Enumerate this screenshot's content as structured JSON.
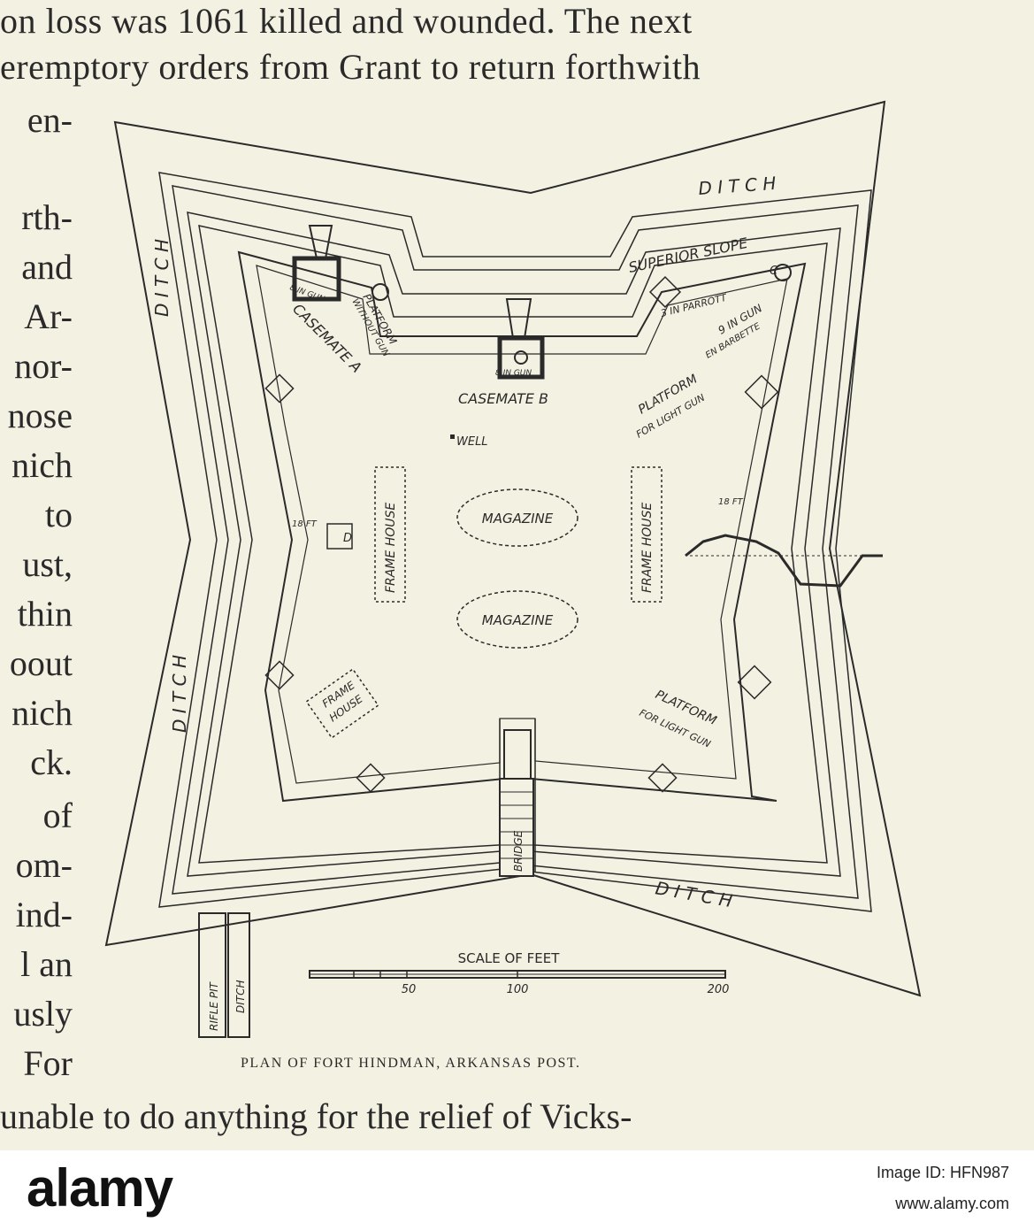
{
  "document": {
    "top_lines": [
      "on loss was 1061 killed and wounded.  The next",
      "eremptory orders from Grant to return forthwith"
    ],
    "left_fragments": [
      "en-",
      "rth-",
      "and",
      "Ar-",
      "nor-",
      "nose",
      "nich",
      "to",
      "ust,",
      "thin",
      "oout",
      "nich",
      "ck.",
      "of",
      "om-",
      "ind-",
      "l an",
      "usly",
      "For"
    ],
    "bottom_line": "unable to do anything for the relief of Vicks-",
    "caption": "PLAN OF FORT HINDMAN, ARKANSAS POST."
  },
  "plan": {
    "ditch_labels": [
      "D I T C H",
      "D I T C H",
      "D I T C H",
      "D I T C H"
    ],
    "superior_slope": "SUPERIOR SLOPE",
    "casemate_a": "CASEMATE A",
    "casemate_b": "CASEMATE B",
    "gun_a": "8 IN GUN",
    "gun_b": "8 IN GUN",
    "platform_without_gun_1": "PLATFORM",
    "platform_without_gun_2": "WITHOUT GUN",
    "parrott": "3 IN PARROTT",
    "label_c": "C",
    "barbette_1": "9 IN GUN",
    "barbette_2": "EN BARBETTE",
    "platform_light_gun_1": "PLATFORM",
    "platform_light_gun_2": "FOR LIGHT GUN",
    "well": "WELL",
    "magazine_1": "MAGAZINE",
    "magazine_2": "MAGAZINE",
    "frame_house_left": "FRAME HOUSE",
    "frame_house_right": "FRAME HOUSE",
    "frame_house_small_1": "FRAME",
    "frame_house_small_2": "HOUSE",
    "platform_light_gun_b1": "PLATFORM",
    "platform_light_gun_b2": "FOR LIGHT GUN",
    "label_d": "D",
    "height_left": "18 FT",
    "height_right": "18 FT",
    "bridge": "BRIDGE",
    "rifle_pit": "RIFLE PIT",
    "ditch_small": "DITCH",
    "scale_title": "SCALE OF FEET",
    "scale_50": "50",
    "scale_100": "100",
    "scale_200": "200"
  },
  "footer": {
    "logo": "alamy",
    "image_id": "Image ID: HFN987",
    "url": "www.alamy.com"
  }
}
